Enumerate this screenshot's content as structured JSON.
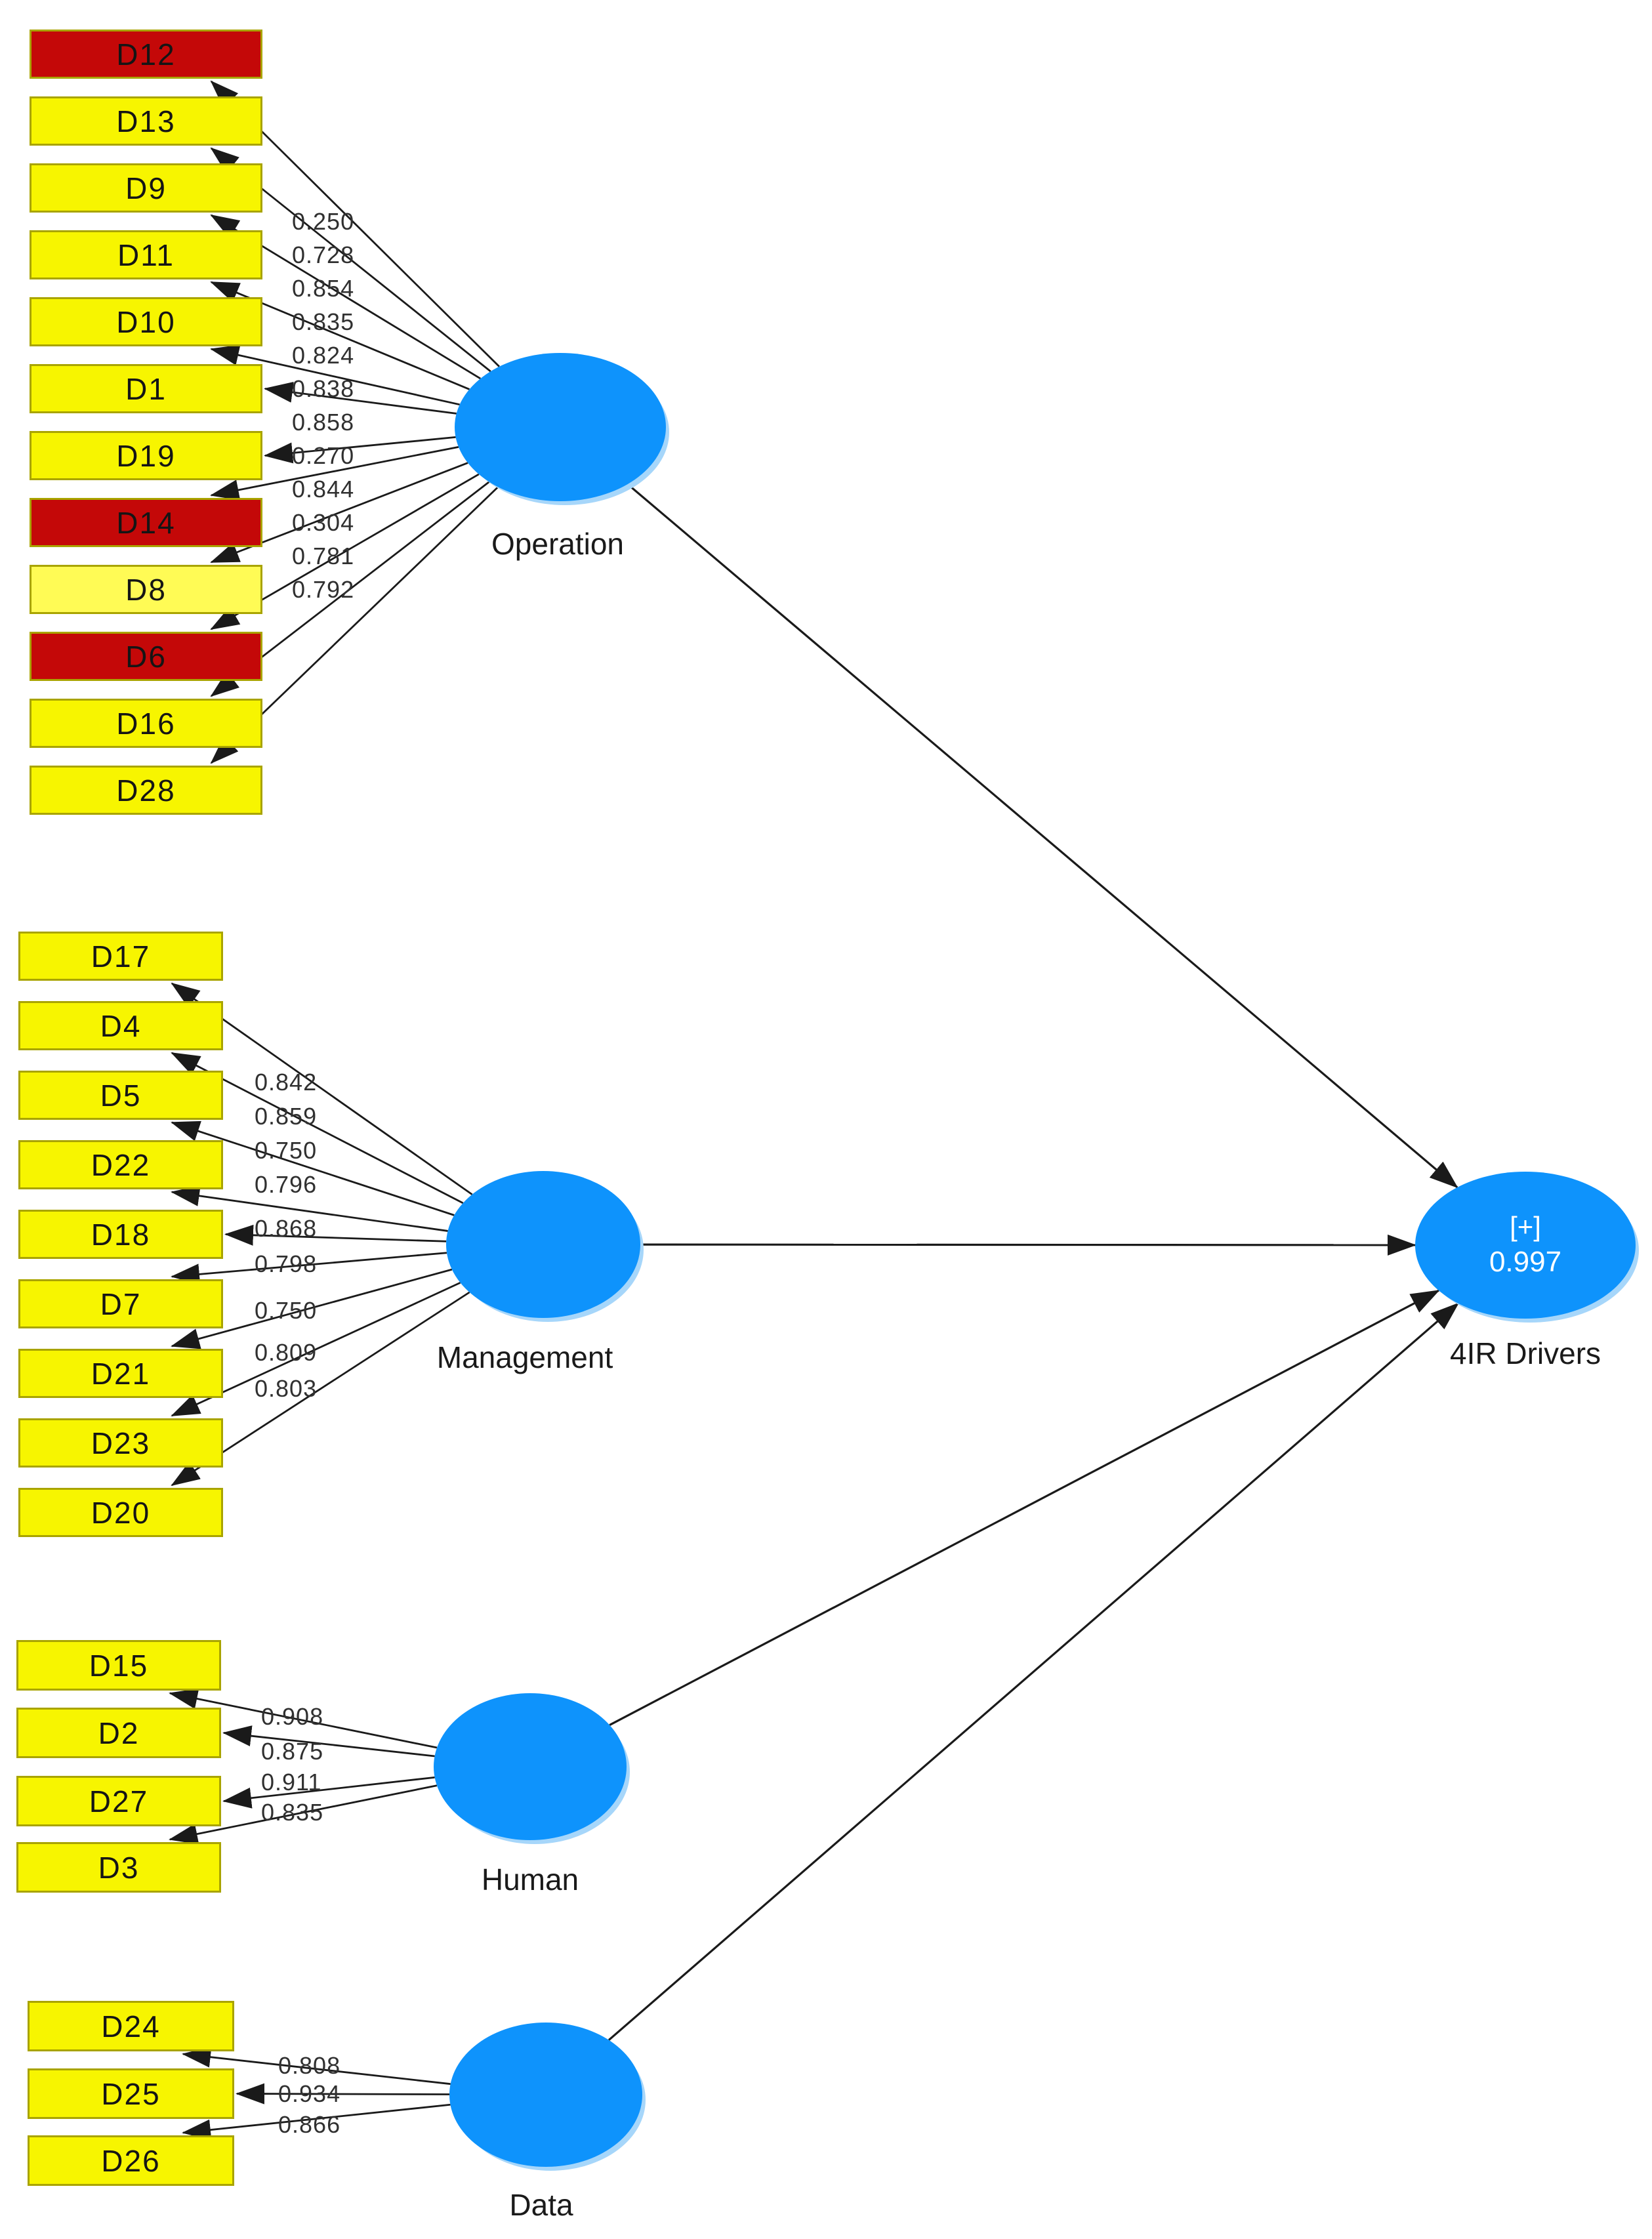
{
  "diagram": {
    "groups": [
      {
        "id": "operation",
        "label": "Operation",
        "indicators": [
          {
            "label": "D12",
            "loading": "0.250",
            "variant": "removed"
          },
          {
            "label": "D13",
            "loading": "0.728",
            "variant": "normal"
          },
          {
            "label": "D9",
            "loading": "0.854",
            "variant": "normal"
          },
          {
            "label": "D11",
            "loading": "0.835",
            "variant": "normal"
          },
          {
            "label": "D10",
            "loading": "0.824",
            "variant": "normal"
          },
          {
            "label": "D1",
            "loading": "0.838",
            "variant": "normal"
          },
          {
            "label": "D19",
            "loading": "0.858",
            "variant": "normal"
          },
          {
            "label": "D14",
            "loading": "0.270",
            "variant": "removed"
          },
          {
            "label": "D8",
            "loading": "0.844",
            "variant": "pale"
          },
          {
            "label": "D6",
            "loading": "0.304",
            "variant": "removed"
          },
          {
            "label": "D16",
            "loading": "0.781",
            "variant": "normal"
          },
          {
            "label": "D28",
            "loading": "0.792",
            "variant": "normal"
          }
        ]
      },
      {
        "id": "management",
        "label": "Management",
        "indicators": [
          {
            "label": "D17",
            "loading": "0.842",
            "variant": "normal"
          },
          {
            "label": "D4",
            "loading": "0.859",
            "variant": "normal"
          },
          {
            "label": "D5",
            "loading": "0.750",
            "variant": "normal"
          },
          {
            "label": "D22",
            "loading": "0.796",
            "variant": "normal"
          },
          {
            "label": "D18",
            "loading": "0.868",
            "variant": "normal"
          },
          {
            "label": "D7",
            "loading": "0.798",
            "variant": "normal"
          },
          {
            "label": "D21",
            "loading": "0.750",
            "variant": "normal"
          },
          {
            "label": "D23",
            "loading": "0.809",
            "variant": "normal"
          },
          {
            "label": "D20",
            "loading": "0.803",
            "variant": "normal"
          }
        ]
      },
      {
        "id": "human",
        "label": "Human",
        "indicators": [
          {
            "label": "D15",
            "loading": "0.908",
            "variant": "normal"
          },
          {
            "label": "D2",
            "loading": "0.875",
            "variant": "normal"
          },
          {
            "label": "D27",
            "loading": "0.911",
            "variant": "normal"
          },
          {
            "label": "D3",
            "loading": "0.835",
            "variant": "normal"
          }
        ]
      },
      {
        "id": "data",
        "label": "Data",
        "indicators": [
          {
            "label": "D24",
            "loading": "0.808",
            "variant": "normal"
          },
          {
            "label": "D25",
            "loading": "0.934",
            "variant": "normal"
          },
          {
            "label": "D26",
            "loading": "0.866",
            "variant": "normal"
          }
        ]
      }
    ],
    "target": {
      "id": "drivers",
      "label": "4IR Drivers",
      "badge": "[+]",
      "value": "0.997"
    },
    "colors": {
      "indicator": "#F7F500",
      "indicator_pale": "#FFFB55",
      "indicator_removed": "#C40808",
      "indicator_border": "#A9A400",
      "construct": "#0E93FC",
      "construct_rim": "#A6D6FA",
      "line": "#1A1A1A"
    }
  }
}
